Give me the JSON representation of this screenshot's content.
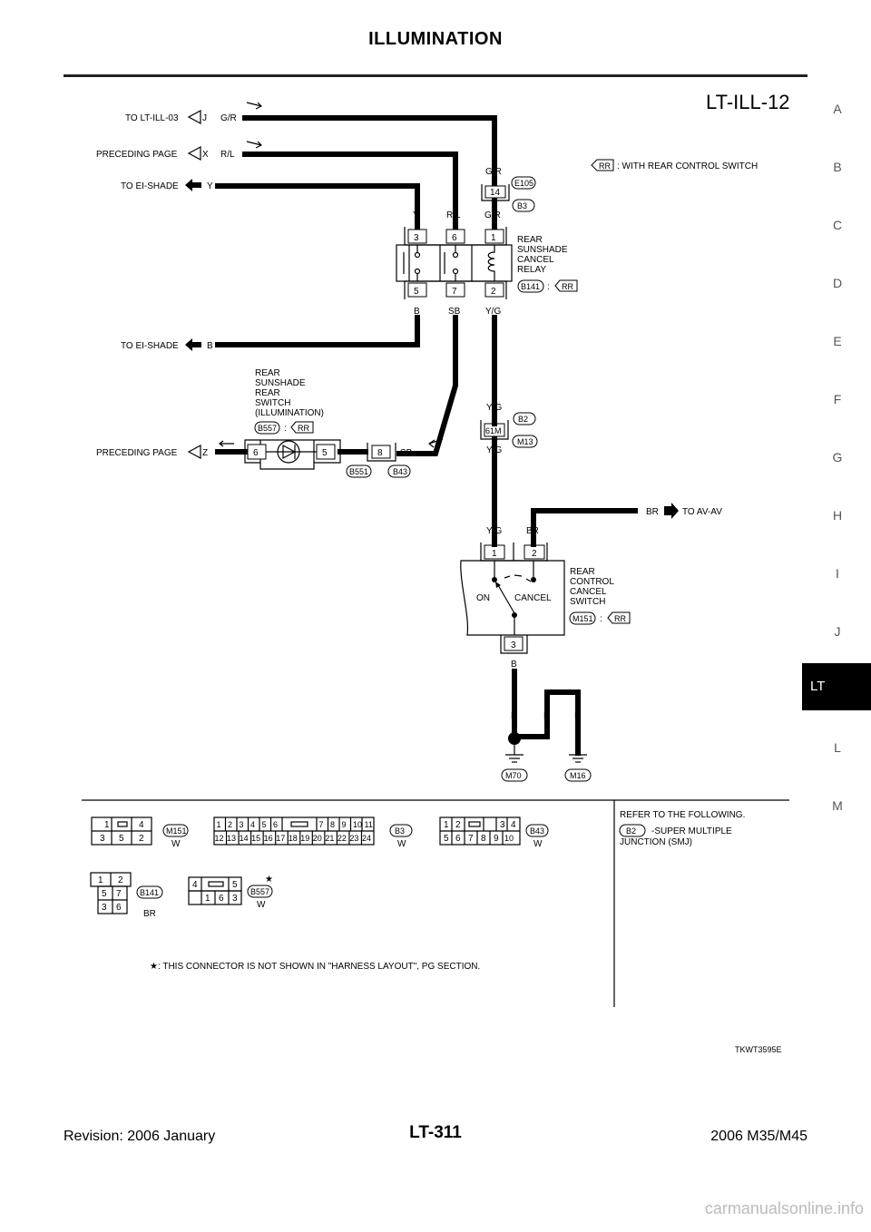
{
  "page": {
    "title": "ILLUMINATION",
    "diagram_code": "LT-ILL-12",
    "figure_id": "TKWT3595E",
    "footer_revision": "Revision: 2006 January",
    "footer_page": "LT-311",
    "footer_model": "2006 M35/M45",
    "watermark": "carmanualsonline.info"
  },
  "side_index": [
    "A",
    "B",
    "C",
    "D",
    "E",
    "F",
    "G",
    "H",
    "I",
    "J",
    "LT",
    "L",
    "M"
  ],
  "side_index_active": "LT",
  "legend": {
    "abbr": "RR",
    "text": ": WITH REAR CONTROL SWITCH"
  },
  "signals": {
    "to_lt_ill_03": "TO LT-ILL-03",
    "to_lt_ill_03_letter": "J",
    "to_lt_ill_03_wire": "G/R",
    "preceding_page_1": "PRECEDING PAGE",
    "preceding_page_1_letter": "X",
    "preceding_page_1_wire": "R/L",
    "to_ei_shade_y": "TO EI-SHADE",
    "to_ei_shade_y_letter": "Y",
    "to_ei_shade_b": "TO EI-SHADE",
    "to_ei_shade_b_letter": "B",
    "preceding_page_2": "PRECEDING PAGE",
    "preceding_page_2_letter": "Z",
    "to_av_av": "TO AV-AV",
    "to_av_av_wire": "BR"
  },
  "wires": {
    "gr": "G/R",
    "y": "Y",
    "rl": "R/L",
    "b": "B",
    "sb": "SB",
    "yg": "Y/G",
    "br": "BR"
  },
  "connectors": {
    "e105": "E105",
    "b3": "B3",
    "pin14": "14",
    "b141": "B141",
    "b2": "B2",
    "m13": "M13",
    "pin61m": "61M",
    "b557": "B557",
    "b551": "B551",
    "b43": "B43",
    "pin8": "8",
    "m151": "M151",
    "m70": "M70",
    "m16": "M16",
    "rr": "RR",
    "colon": ":"
  },
  "relay": {
    "label": [
      "REAR",
      "SUNSHADE",
      "CANCEL",
      "RELAY"
    ],
    "pins_top": [
      "3",
      "6",
      "1"
    ],
    "pins_bottom": [
      "5",
      "7",
      "2"
    ]
  },
  "rear_switch": {
    "label": [
      "REAR",
      "SUNSHADE",
      "REAR",
      "SWITCH",
      "(ILLUMINATION)"
    ],
    "pin_left": "6",
    "pin_right": "5"
  },
  "cancel_switch": {
    "label": [
      "REAR",
      "CONTROL",
      "CANCEL",
      "SWITCH"
    ],
    "pin1": "1",
    "pin2": "2",
    "pin3": "3",
    "on": "ON",
    "cancel": "CANCEL"
  },
  "connector_views": {
    "m151": {
      "rows": [
        [
          "1",
          "",
          "4"
        ],
        [
          "3",
          "5",
          "2"
        ]
      ],
      "id": "M151",
      "color": "W"
    },
    "b3": {
      "rows": [
        [
          "1",
          "2",
          "3",
          "4",
          "5",
          "6",
          "",
          "7",
          "8",
          "9",
          "10",
          "11"
        ],
        [
          "12",
          "13",
          "14",
          "15",
          "16",
          "17",
          "18",
          "19",
          "20",
          "21",
          "22",
          "23",
          "24"
        ]
      ],
      "id": "B3",
      "color": "W"
    },
    "b43": {
      "rows": [
        [
          "1",
          "2",
          "",
          "3",
          "4"
        ],
        [
          "5",
          "6",
          "7",
          "8",
          "9",
          "10"
        ]
      ],
      "id": "B43",
      "color": "W"
    },
    "b141": {
      "rows": [
        [
          "1",
          "2"
        ],
        [
          "5",
          "7"
        ],
        [
          "3",
          "6"
        ]
      ],
      "id": "B141",
      "color": "BR"
    },
    "b557": {
      "rows": [
        [
          "4",
          "",
          "5"
        ],
        [
          "",
          "1",
          "6",
          "3"
        ]
      ],
      "id": "B557",
      "color": "W"
    }
  },
  "refer": {
    "title": "REFER TO THE FOLLOWING.",
    "badge": "B2",
    "line1": "-SUPER MULTIPLE",
    "line2": "JUNCTION (SMJ)"
  },
  "footnote": "★: THIS CONNECTOR IS NOT SHOWN IN \"HARNESS LAYOUT\", PG SECTION.",
  "star": "★"
}
